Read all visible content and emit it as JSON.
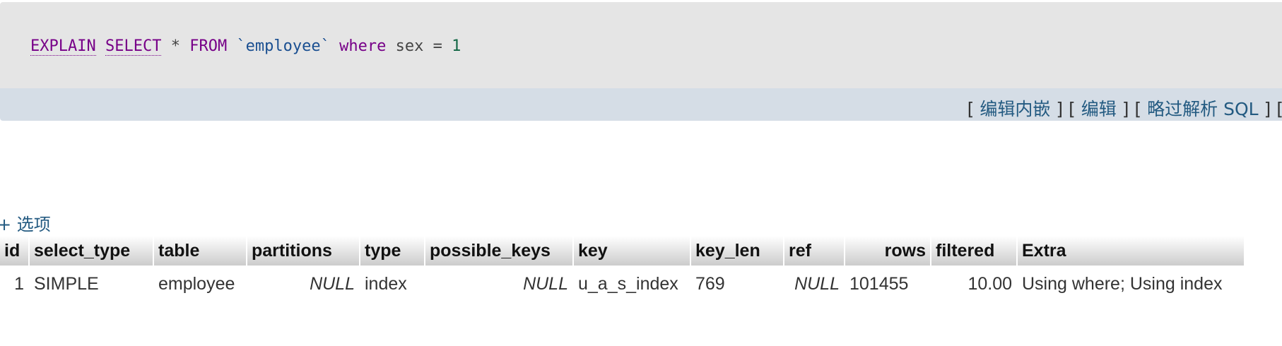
{
  "query": {
    "tokens": {
      "explain": "EXPLAIN",
      "select": "SELECT",
      "star": "*",
      "from": "FROM",
      "table": "`employee`",
      "where": "where",
      "column": "sex",
      "eq": "=",
      "value": "1"
    }
  },
  "actions": {
    "open_bracket": "[",
    "sep": "] [",
    "edit_inline": "编辑内嵌",
    "edit": "编辑",
    "skip_parse": "略过解析 SQL",
    "trailing": "] ["
  },
  "options_label": "+ 选项",
  "table": {
    "headers": [
      "id",
      "select_type",
      "table",
      "partitions",
      "type",
      "possible_keys",
      "key",
      "key_len",
      "ref",
      "rows",
      "filtered",
      "Extra"
    ],
    "rows": [
      {
        "id": "1",
        "select_type": "SIMPLE",
        "table": "employee",
        "partitions": "NULL",
        "type": "index",
        "possible_keys": "NULL",
        "key": "u_a_s_index",
        "key_len": "769",
        "ref": "NULL",
        "rows": "101455",
        "filtered": "10.00",
        "Extra": "Using where; Using index"
      }
    ]
  },
  "colors": {
    "sql_background": "#e5e5e5",
    "action_bar": "#d5dde6",
    "link": "#235a81",
    "keyword": "#770088",
    "identifier": "#1a4f91",
    "number": "#116644"
  }
}
